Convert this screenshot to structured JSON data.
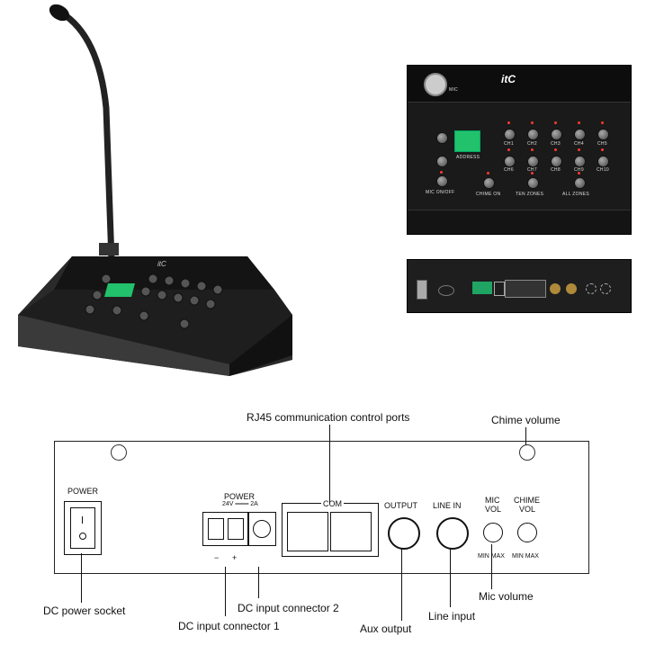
{
  "callouts": {
    "rj45_ports": "RJ45 communication control ports",
    "chime_volume": "Chime volume",
    "dc_power_socket": "DC power socket",
    "dc_input_connector_2": "DC input connector 2",
    "dc_input_connector_1": "DC input connector 1",
    "aux_output": "Aux output",
    "line_input": "Line input",
    "mic_volume": "Mic volume"
  },
  "rear_panel": {
    "power_label": "POWER",
    "power_in_label": "POWER",
    "power_rating": "24V ═══ 2A",
    "com_label": "COM",
    "output_label": "OUTPUT",
    "line_in_label": "LINE IN",
    "mic_vol_label_1": "MIC",
    "mic_vol_label_2": "VOL",
    "chime_vol_label_1": "CHIME",
    "chime_vol_label_2": "VOL",
    "mic_range": "MIN MAX",
    "chime_range": "MIN MAX",
    "minus": "−",
    "plus": "+"
  },
  "top_panel": {
    "brand": "itC",
    "mic_label": "MIC",
    "address_label": "ADDRESS",
    "mic_onoff": "MIC ON/OFF",
    "chime_on": "CHIME ON",
    "ten_zones": "TEN ZONES",
    "all_zones": "ALL ZONES",
    "channels": [
      "CH1",
      "CH2",
      "CH3",
      "CH4",
      "CH5",
      "CH6",
      "CH7",
      "CH8",
      "CH9",
      "CH10"
    ]
  },
  "colors": {
    "panel_dark": "#1a1a1a",
    "lcd_green": "#22c16b",
    "led_red": "#ff3b2b"
  }
}
